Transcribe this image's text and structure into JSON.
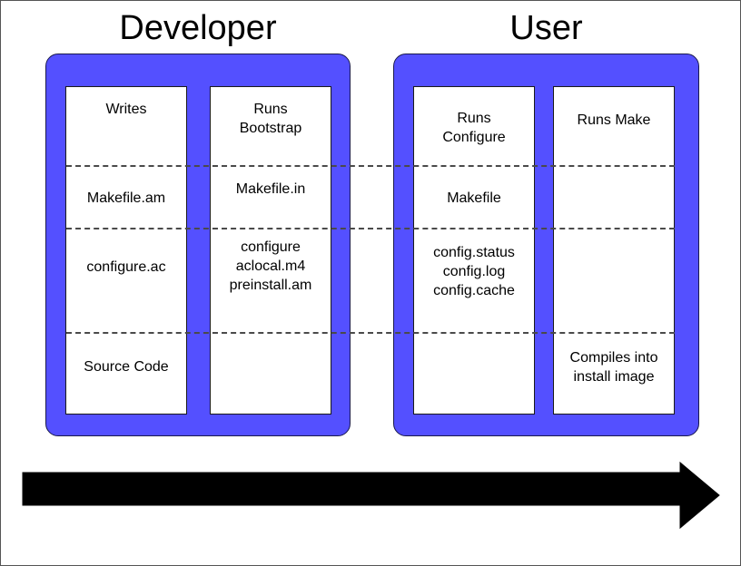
{
  "diagram": {
    "title_developer": "Developer",
    "title_user": "User",
    "colors": {
      "panel_blue": "#5450ff",
      "panel_border": "#1a1a4d",
      "column_border": "#1a1a1a",
      "dashed_line": "#4a4a4a",
      "arrow_fill": "#000000",
      "background": "#ffffff",
      "text": "#000000"
    },
    "groups": [
      {
        "name": "Developer",
        "columns": [
          {
            "name": "writes",
            "cells": [
              "Writes",
              "Makefile.am",
              "configure.ac",
              "Source Code"
            ]
          },
          {
            "name": "runs-bootstrap",
            "cells": [
              "Runs\nBootstrap",
              "Makefile.in",
              "configure\naclocal.m4\npreinstall.am",
              ""
            ]
          }
        ]
      },
      {
        "name": "User",
        "columns": [
          {
            "name": "runs-configure",
            "cells": [
              "Runs\nConfigure",
              "Makefile",
              "config.status\nconfig.log\nconfig.cache",
              ""
            ]
          },
          {
            "name": "runs-make",
            "cells": [
              "Runs Make",
              "",
              "",
              "Compiles into\ninstall image"
            ]
          }
        ]
      }
    ],
    "arrow": {
      "name": "process-flow-arrow",
      "direction": "right"
    }
  }
}
